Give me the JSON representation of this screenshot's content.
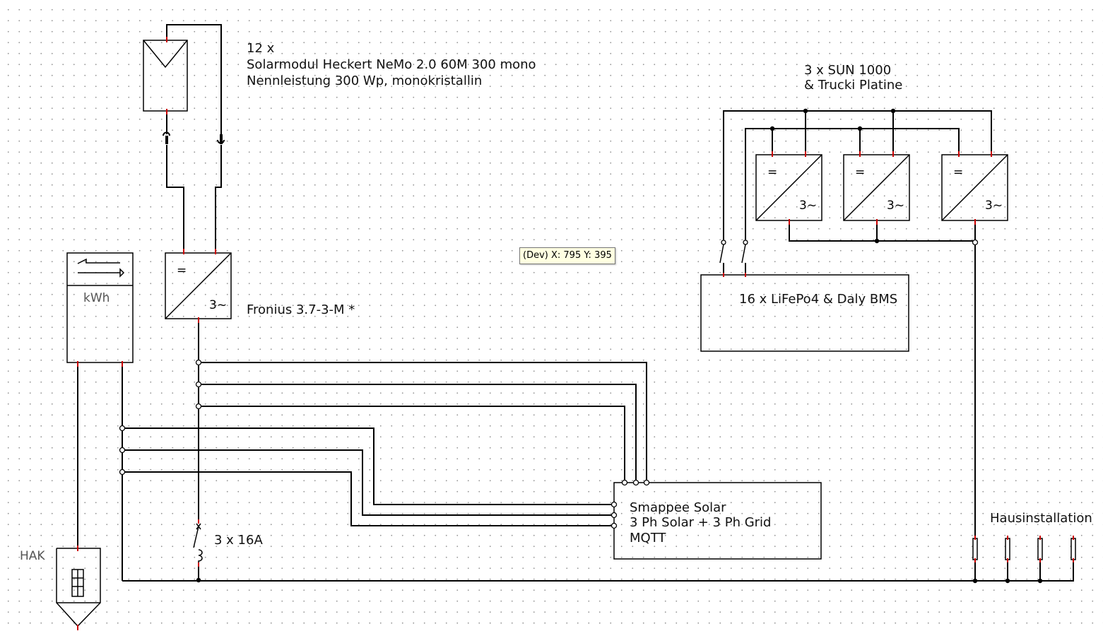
{
  "labels": {
    "solar_count": "12 x",
    "solar_model": "Solarmodul Heckert NeMo 2.0 60M 300 mono",
    "solar_power": "Nennleistung 300 Wp, monokristallin",
    "sun_count": "3 x SUN 1000",
    "sun_board": "& Trucki Platine",
    "fronius": "Fronius 3.7-3-M *",
    "battery": "16 x LiFePo4 & Daly BMS",
    "smappee_1": "Smappee Solar",
    "smappee_2": "3 Ph Solar + 3 Ph Grid",
    "smappee_3": "MQTT",
    "breaker": "3 x 16A",
    "hak": "HAK",
    "house": "Hausinstallation",
    "kwh": "kWh",
    "inverter_dc": "=",
    "inverter_ac": "3~"
  },
  "tooltip": "(Dev) X: 795 Y: 395",
  "colors": {
    "wire": "#000000",
    "pin_marker": "#cc0000",
    "tooltip_bg": "#ffffe1"
  }
}
